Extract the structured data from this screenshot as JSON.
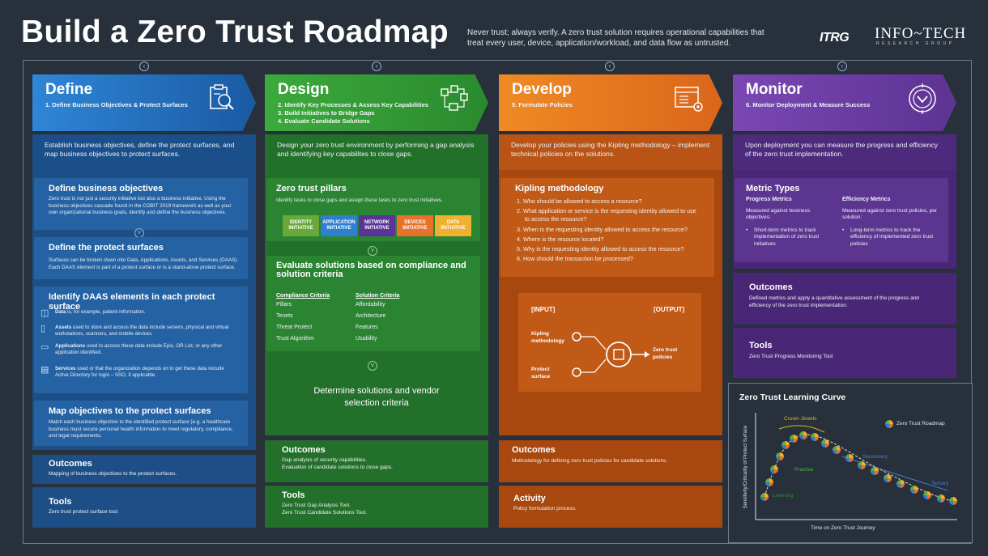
{
  "title": "Build a Zero Trust Roadmap",
  "tagline": "Never trust; always verify. A zero trust solution requires operational capabilities that treat every user, device, application/workload, and data flow as untrusted.",
  "logos": {
    "itrg": "ITRG",
    "infotech": "INFO~TECH",
    "infotech_sub": "RESEARCH GROUP"
  },
  "colors": {
    "define": "#1f6fbf",
    "design": "#2f9a3a",
    "develop": "#e2701c",
    "monitor": "#6a3aa0"
  },
  "define": {
    "title": "Define",
    "steps": "1.  Define Business Objectives & Protect Surfaces",
    "intro": "Establish business objectives, define the protect surfaces, and map business objectives to protect surfaces.",
    "obj_title": "Define business objectives",
    "obj_text": "Zero trust is not just a security initiative but also a business initiative. Using the business objectives cascade found in the COBIT 2019 framework as well as your own  organizational business goals, identify and define the business objectives.",
    "ps_title": "Define the protect surfaces",
    "ps_text": "Surfaces can be broken down into Data, Applications, Assets, and Services (DAAS). Each DAAS element is part of a protect surface or is a stand-alone protect surface.",
    "daas_title": "Identify DAAS elements in each protect surface",
    "daas": [
      {
        "icon": "data-icon",
        "bold": "Data",
        "text": " is, for example, patient information."
      },
      {
        "icon": "assets-icon",
        "bold": "Assets",
        "text": " used to store and access the data include servers, physical and virtual workstations, scanners, and mobile devices"
      },
      {
        "icon": "applications-icon",
        "bold": "Applications",
        "text": " used to access these data include Epic, OR List, or any other application identified."
      },
      {
        "icon": "services-icon",
        "bold": "Services",
        "text": " used or that the organization depends on to get these data include Active Directory for login – SSO, if applicable."
      }
    ],
    "map_title": "Map objectives to the protect surfaces",
    "map_text": "Match each business objective to the identified protect surface (e.g. a healthcare business must secure personal health information to meet regulatory, compliance, and legal requirements.",
    "outcomes_title": "Outcomes",
    "outcomes_text": "Mapping of business objectives to the protect surfaces.",
    "tools_title": "Tools",
    "tools_text": "Zero trust protect surface tool."
  },
  "design": {
    "title": "Design",
    "steps": [
      "2.  Identify Key Processes & Assess Key Capabilities",
      "3.  Build Initiatives to Bridge Gaps",
      "4.  Evaluate Candidate Solutions"
    ],
    "intro": "Design your zero trust environment by performing a gap analysis and identifying key capabilites to close gaps.",
    "pillars_title": "Zero trust pillars",
    "pillars_text": "Identify tasks to close gaps and assign these tasks to zero trust initiatives.",
    "pillars": [
      {
        "label": "IDENTITY INITIATIVE",
        "color": "#6aa83a"
      },
      {
        "label": "APPLICATION INITIATIVE",
        "color": "#2f7fcf"
      },
      {
        "label": "NETWORK INITIATIVE",
        "color": "#5a3598"
      },
      {
        "label": "DEVICES INITIATIVE",
        "color": "#e8722a"
      },
      {
        "label": "DATA INITIATIVE",
        "color": "#f0b030"
      }
    ],
    "eval_title": "Evaluate solutions based on compliance and solution criteria",
    "compliance_header": "Compliance Criteria",
    "compliance": [
      "Pillars",
      "Tenets",
      "Threat Protect",
      "Trust Algorithm"
    ],
    "solution_header": "Solution Criteria",
    "solution": [
      "Affordability",
      "Architecture",
      "Features",
      "Usability"
    ],
    "determine": "Determine solutions and vendor selection criteria",
    "outcomes_title": "Outcomes",
    "outcomes_text": [
      "Gap analysis of security capabilities.",
      "Evaluation of candidate solutions to close gaps."
    ],
    "tools_title": "Tools",
    "tools_text": [
      "Zero Trust Gap Analysis Tool.",
      "Zero Trust Candidate Solutions Tool."
    ]
  },
  "develop": {
    "title": "Develop",
    "steps": "5.  Formulate Policies",
    "intro": "Develop your policies using the Kipling methodology – implement technical policies on the solutions.",
    "kip_title": "Kipling methodology",
    "kip": [
      "1.  Who should be allowed to access a resource?",
      "2.  What application or service is the requesting identity allowed to use to access the resource?",
      "3.  When is the requesting identity allowed to access the resource?",
      "4.  Where is the resource located?",
      "5.  Why is the requesting identity allowed to access the resource?",
      "6.  How should the transaction be processed?"
    ],
    "input": "[INPUT]",
    "output": "[OUTPUT]",
    "in1": "Kipling methodology",
    "in2": "Protect surface",
    "out1": "Zero trust policies",
    "outcomes_title": "Outcomes",
    "outcomes_text": "Methodology for defining zero trust policies for candidate solutions.",
    "activity_title": "Activity",
    "activity_text": "Policy formulation process."
  },
  "monitor": {
    "title": "Monitor",
    "steps": "6.  Monitor Deployment & Measure Success",
    "intro": "Upon deployment you can measure the progress and efficiency of the zero trust implementation.",
    "metric_title": "Metric Types",
    "progress_title": "Progress Metrics",
    "progress_text": "Measured against business objectives:",
    "progress_bullet": "Short-term metrics to track implementation of zero trust initiatives",
    "efficiency_title": "Efficiency Metrics",
    "efficiency_text": "Measured against zero trust policies, per solution:",
    "efficiency_bullet": "Long-term metrics to track the efficiency of implemented zero trust policies",
    "outcomes_title": "Outcomes",
    "outcomes_text": "Defined metrics and apply a quantitative assessment of the progress and efficiency of the zero trust implementation.",
    "tools_title": "Tools",
    "tools_text": "Zero Trust Progress Monitoring Tool"
  },
  "curve": {
    "title": "Zero Trust Learning Curve",
    "legend": "Zero Trust Roadmap",
    "ylabel": "Sensitivity/Criticality of Protect Surface",
    "xlabel": "Time on Zero Trust Journey",
    "labels": {
      "crown": "Crown Jewels",
      "practice": "Practice",
      "learning": "Learning",
      "secondary": "Secondary",
      "tertiary": "Tertiary"
    }
  }
}
